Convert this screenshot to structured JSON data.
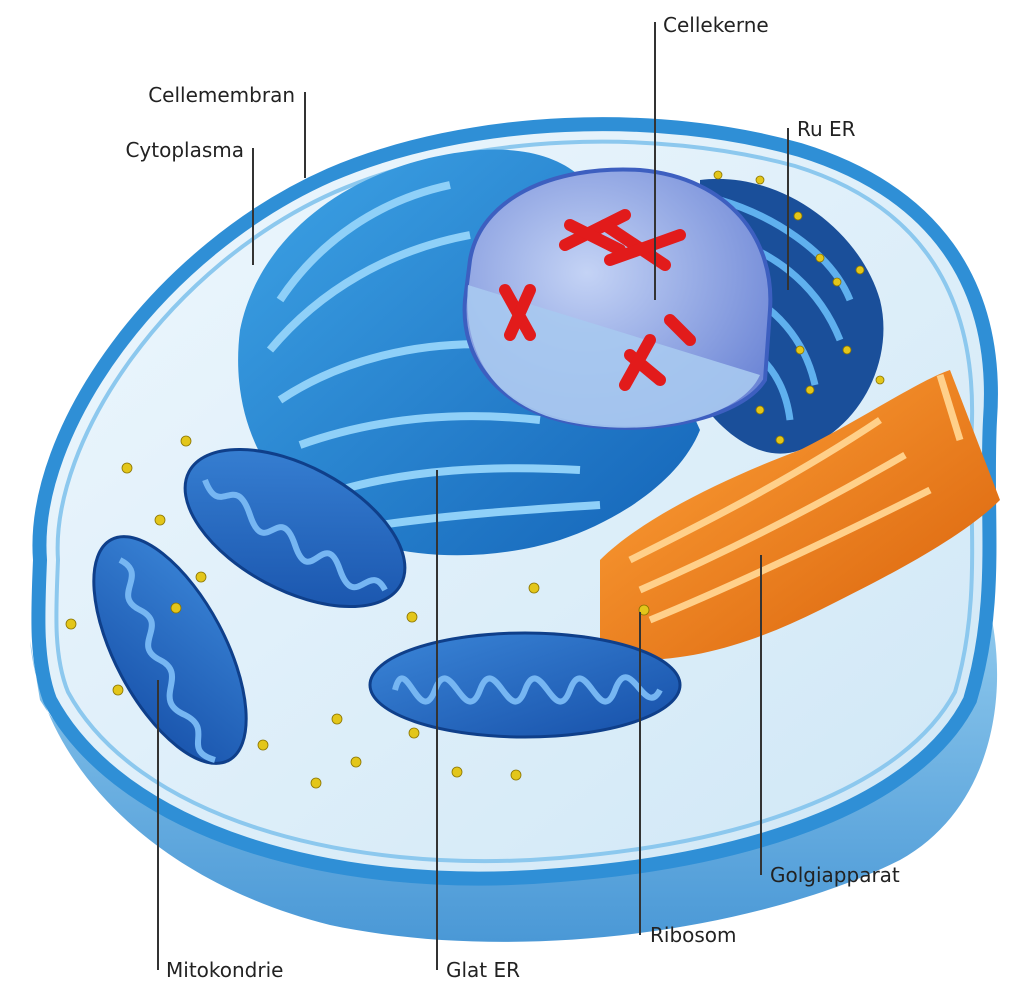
{
  "labels": {
    "cell_membrane": "Cellemembran",
    "cytoplasm": "Cytoplasma",
    "nucleus": "Cellekerne",
    "rough_er": "Ru ER",
    "golgi": "Golgiapparat",
    "ribosome": "Ribosom",
    "smooth_er": "Glat ER",
    "mitochondrion": "Mitokondrie"
  },
  "colors": {
    "membrane": "#2f8fd6",
    "cytoplasm": "#d6ecf8",
    "er": "#1f7fd0",
    "nucleus": "#8fa8e6",
    "chromosome": "#e21b1b",
    "golgi": "#f07a12",
    "ribosome": "#e3c61a",
    "mitochondrion": "#1d63c4"
  }
}
